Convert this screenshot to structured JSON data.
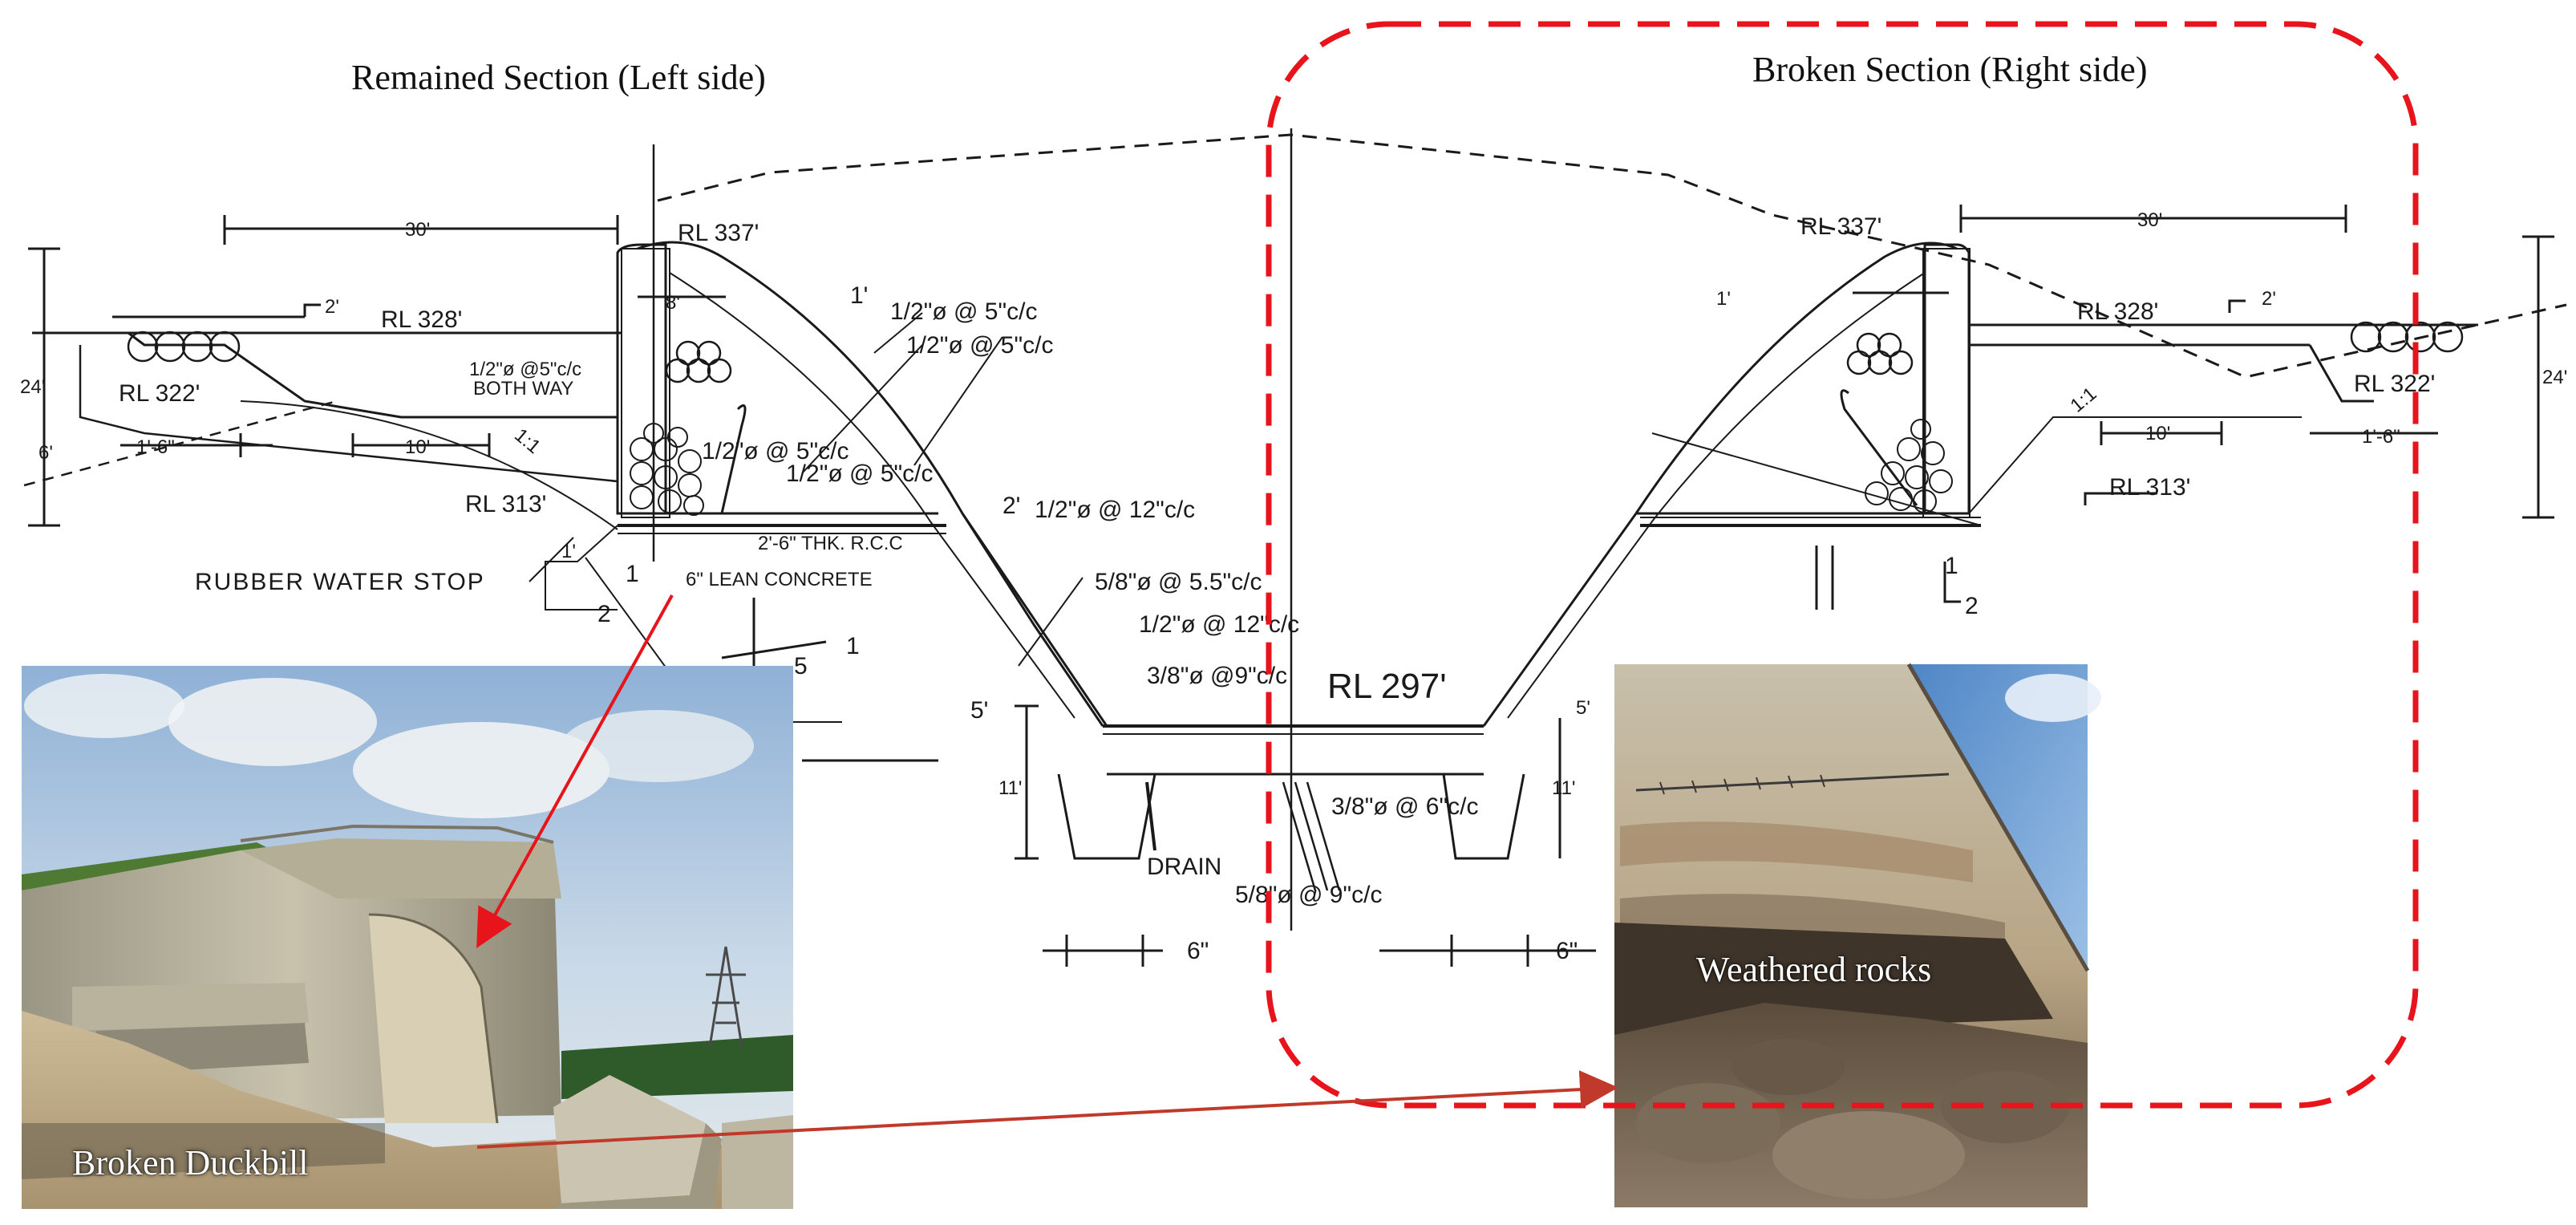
{
  "titles": {
    "left": "Remained Section (Left side)",
    "right": "Broken Section (Right side)"
  },
  "photo_captions": {
    "left": "Broken Duckbill",
    "right": "Weathered rocks"
  },
  "drawing_labels": {
    "rl337_left": "RL 337'",
    "rl337_right": "RL 337'",
    "rl328_left": "RL 328'",
    "rl328_right": "RL 328'",
    "rl322_left": "RL 322'",
    "rl322_right": "RL 322'",
    "rl313_left": "RL 313'",
    "rl313_right": "RL 313'",
    "rl297": "RL 297'",
    "dim30_left": "30'",
    "dim30_right": "30'",
    "dim10_left": "10'",
    "dim10_right": "10'",
    "dim8": "8'",
    "dim2_left": "2'",
    "dim2_right": "2'",
    "dim2_mid": "2'",
    "dim1_left": "1'",
    "dim1_right": "1'",
    "dim1_arch": "1'",
    "dim24_left": "24'",
    "dim24_right": "24'",
    "dim6_left": "6'",
    "dim16_left": "1'-6\"",
    "dim16_right": "1'-6\"",
    "dim5": "5'",
    "dim5_right": "5'",
    "dim11_left": "11'",
    "dim11_right": "11'",
    "dim6b_left": "6\"",
    "dim6b_right": "6\"",
    "slope1_left": "1",
    "slope2_left": "2",
    "slope1_right": "1",
    "slope2_right": "2",
    "slope11_left": "1:1",
    "slope11_right": "1:1",
    "slope5": "5",
    "slope1b": "1",
    "rebar1": "1/2\"ø @ 5\"c/c",
    "rebar2": "1/2\"ø @ 5\"c/c",
    "rebar3": "1/2\"ø @5\"c/c",
    "rebar3b": "BOTH WAY",
    "rebar4": "1/2\"ø @ 5\"c/c",
    "rebar5": "1/2\"ø @ 5\"c/c",
    "rebar6": "1/2\"ø @ 12\"c/c",
    "rebar7": "5/8\"ø @ 5.5\"c/c",
    "rebar8": "1/2\"ø @ 12\"c/c",
    "rebar9": "3/8\"ø @9\"c/c",
    "rebar10": "3/8\"ø @ 6\"c/c",
    "rebar11": "5/8\"ø @ 9\"c/c",
    "rcc": "2'-6\" THK. R.C.C",
    "lean": "6\" LEAN CONCRETE",
    "water_stop": "RUBBER WATER STOP",
    "drain": "DRAIN"
  },
  "colors": {
    "annotation_red": "#e8141b",
    "arrow_brown_red": "#c0392b",
    "drawing_ink": "#1a1a1a"
  }
}
